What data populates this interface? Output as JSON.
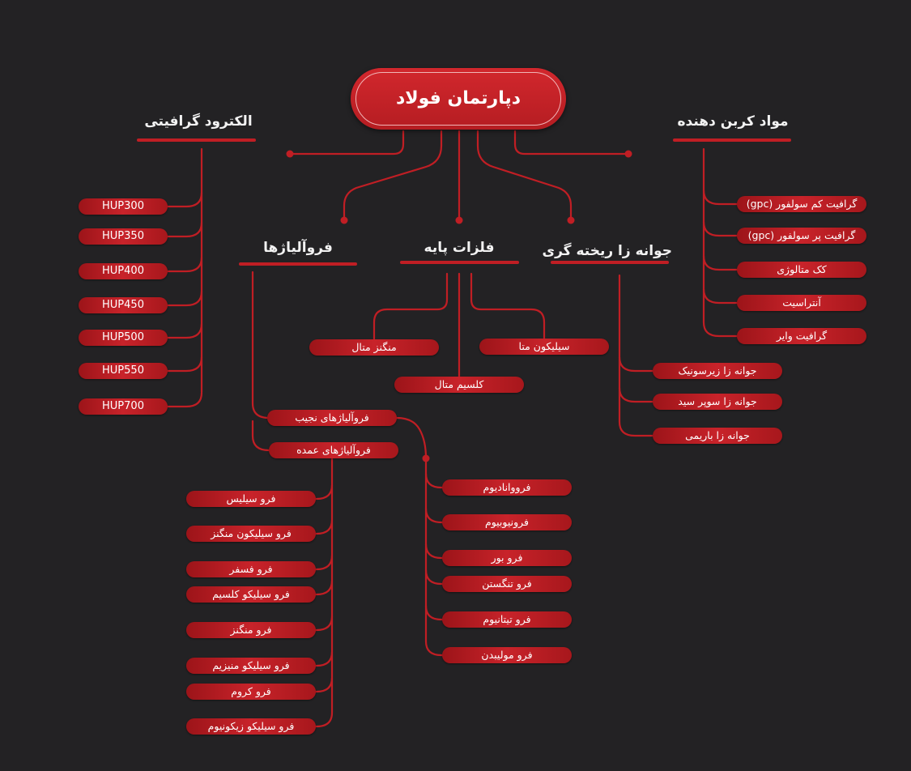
{
  "root": {
    "title": "دپارتمان فولاد"
  },
  "electrodes": {
    "heading": "الکترود گرافیتی",
    "items": [
      "HUP300",
      "HUP350",
      "HUP400",
      "HUP450",
      "HUP500",
      "HUP550",
      "HUP700"
    ]
  },
  "carbon": {
    "heading": "مواد کربن دهنده",
    "items": [
      "گرافیت کم سولفور (gpc)",
      "گرافیت پر سولفور (gpc)",
      "کک متالوژی",
      "آنتراسیت",
      "گرافیت وایر"
    ]
  },
  "ferro": {
    "heading": "فروآلیاژها"
  },
  "base": {
    "heading": "فلزات پایه",
    "items": [
      "منگنز متال",
      "سیلیکون متا",
      "کلسیم متال"
    ]
  },
  "inoc": {
    "heading": "جوانه زا ریخته گری",
    "items": [
      "جوانه زا زیرسونیک",
      "جوانه زا سوپر سید",
      "جوانه زا باریمی"
    ]
  },
  "noble": {
    "label": "فروآلیاژهای نجیب",
    "items": [
      "فرووانادیوم",
      "فرونیوبیوم",
      "فرو بور",
      "فرو تنگستن",
      "فرو تیتانیوم",
      "فرو مولیبدن"
    ]
  },
  "bulk": {
    "label": "فروآلیاژهای عمده",
    "items": [
      "فرو سیلیس",
      "فرو سیلیکون منگنز",
      "فرو فسفر",
      "فرو سیلیکو کلسیم",
      "فرو منگنز",
      "فرو سیلیکو منیزیم",
      "فرو کروم",
      "فرو سیلیکو زیکونیوم"
    ]
  }
}
